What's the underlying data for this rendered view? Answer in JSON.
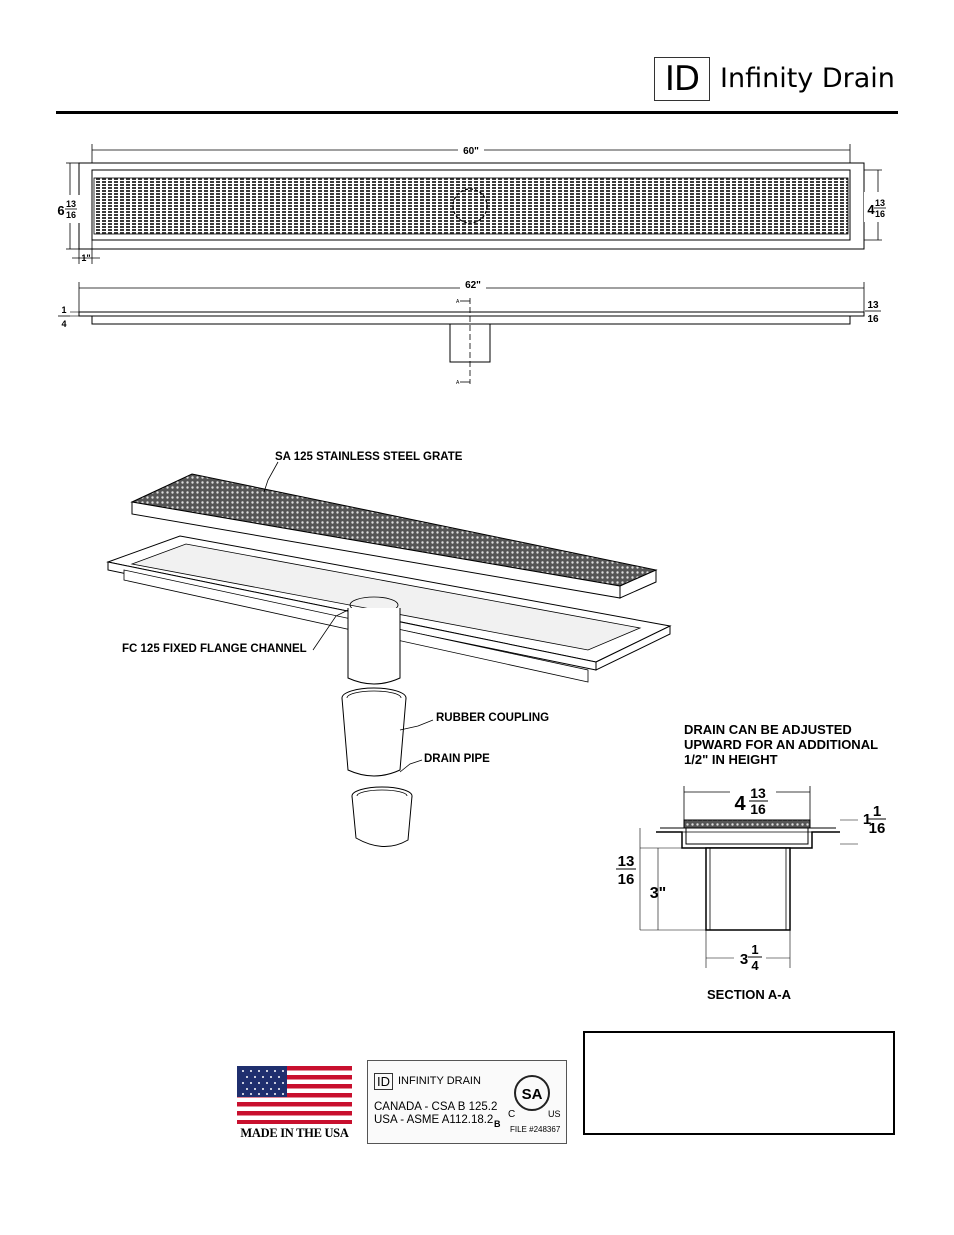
{
  "header": {
    "logo_mark": "ID",
    "brand_name": "Infinity Drain"
  },
  "top_view": {
    "length_dim": "60\"",
    "left_width_dim_whole": "6",
    "left_width_dim_num": "13",
    "left_width_dim_den": "16",
    "right_width_dim_whole": "4",
    "right_width_dim_num": "13",
    "right_width_dim_den": "16",
    "flange_dim": "1\""
  },
  "side_view": {
    "length_dim": "62\"",
    "left_dim_num": "1",
    "left_dim_den": "4",
    "right_dim_num": "13",
    "right_dim_den": "16",
    "section_marker": "A"
  },
  "exploded_view": {
    "grate_label": "SA 125 STAINLESS STEEL GRATE",
    "channel_label": "FC 125 FIXED FLANGE CHANNEL",
    "coupling_label": "RUBBER COUPLING",
    "pipe_label": "DRAIN PIPE"
  },
  "section_view": {
    "note_line1": "DRAIN CAN BE ADJUSTED",
    "note_line2": "UPWARD FOR AN ADDITIONAL",
    "note_line3": "1/2\" IN HEIGHT",
    "width_whole": "4",
    "width_num": "13",
    "width_den": "16",
    "height_whole": "1",
    "height_num": "1",
    "height_den": "16",
    "left_num": "13",
    "left_den": "16",
    "pipe_height": "3\"",
    "pipe_width_whole": "3",
    "pipe_width_num": "1",
    "pipe_width_den": "4",
    "title": "SECTION A-A"
  },
  "badges": {
    "flag_caption": "MADE IN THE USA",
    "csa_id": "ID",
    "csa_brand": "INFINITY DRAIN",
    "csa_canada": "CANADA - CSA B 125.2",
    "csa_usa": "USA - ASME A112.18.2",
    "csa_b": "B",
    "csa_seal": "SA",
    "csa_c": "C",
    "csa_us": "US",
    "csa_file": "FILE #248367"
  },
  "colors": {
    "line": "#000000",
    "grate_fill": "#3a3a3a",
    "flag_red": "#c8102e",
    "flag_blue": "#1f2f6e"
  }
}
